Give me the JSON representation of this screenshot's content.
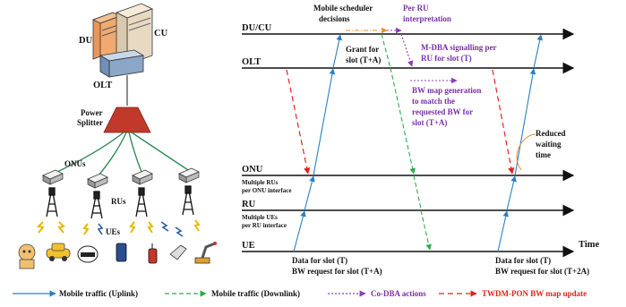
{
  "network": {
    "du_label": "DU",
    "cu_label": "CU",
    "olt_label": "OLT",
    "splitter_label": "Power\nSplitter",
    "onus_label": "ONUs",
    "rus_label": "RUs",
    "ues_label": "UEs"
  },
  "timeline": {
    "rows": [
      {
        "label": "DU/CU"
      },
      {
        "label": "OLT"
      },
      {
        "label": "ONU"
      },
      {
        "label": "RU"
      },
      {
        "label": "UE"
      }
    ],
    "time_label": "Time",
    "onu_sub": "Multiple RUs\nper ONU interface",
    "ru_sub": "Multiple UEs\nper RU interface",
    "annotations": {
      "mobile_scheduler": "Mobile scheduler\ndecisions",
      "per_ru": "Per RU\ninterpretation",
      "grant": "Grant for\nslot (T+A)",
      "mdba": "M-DBA signalling per\nRU for slot (T)",
      "bwmap": "BW map generation\nto match the\nrequested BW for\nslot (T+A)",
      "reduced": "Reduced\nwaiting\ntime",
      "data_left": "Data for slot (T)\nBW request for slot (T+A)",
      "data_right": "Data for slot (T)\nBW request for slot (T+2A)"
    }
  },
  "legend": {
    "items": [
      {
        "label": "Mobile traffic (Uplink)",
        "color": "#2b7fc4"
      },
      {
        "label": "Mobile traffic (Downlink)",
        "color": "#2eaa4a"
      },
      {
        "label": "Co-DBA actions",
        "color": "#8b3fb8"
      },
      {
        "label": "TWDM-PON BW map update",
        "color": "#e0231b"
      }
    ]
  }
}
